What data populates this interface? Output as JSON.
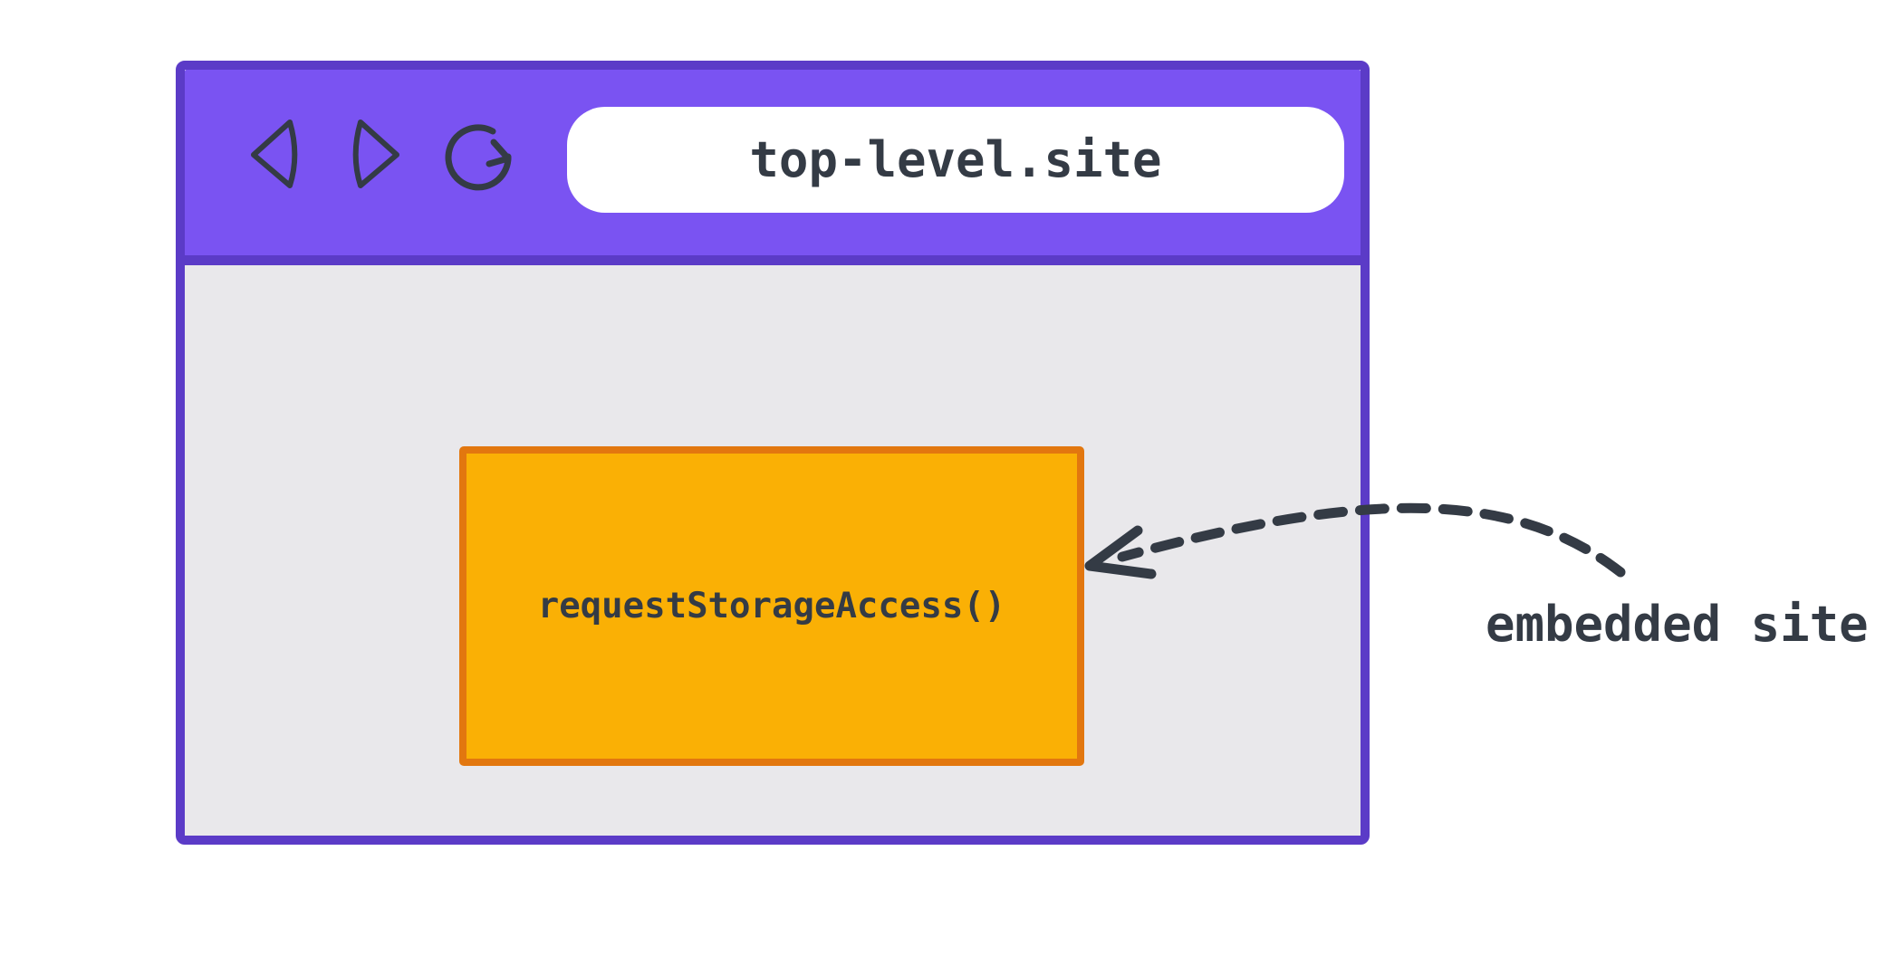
{
  "diagram": {
    "browser": {
      "toolbar": {
        "icons": [
          "back",
          "forward",
          "reload"
        ]
      },
      "address_bar": {
        "url": "top-level.site"
      }
    },
    "embedded_frame": {
      "api_call": "requestStorageAccess()"
    },
    "annotations": {
      "embedded_site_label": "embedded site"
    },
    "colors": {
      "toolbar": "#7A53F2",
      "window_border": "#5B3BC7",
      "page_area": "#E9E8EB",
      "frame_fill": "#FAB005",
      "frame_border": "#E2770F",
      "ink": "#343B45",
      "address_bar": "#FFFFFF"
    }
  }
}
